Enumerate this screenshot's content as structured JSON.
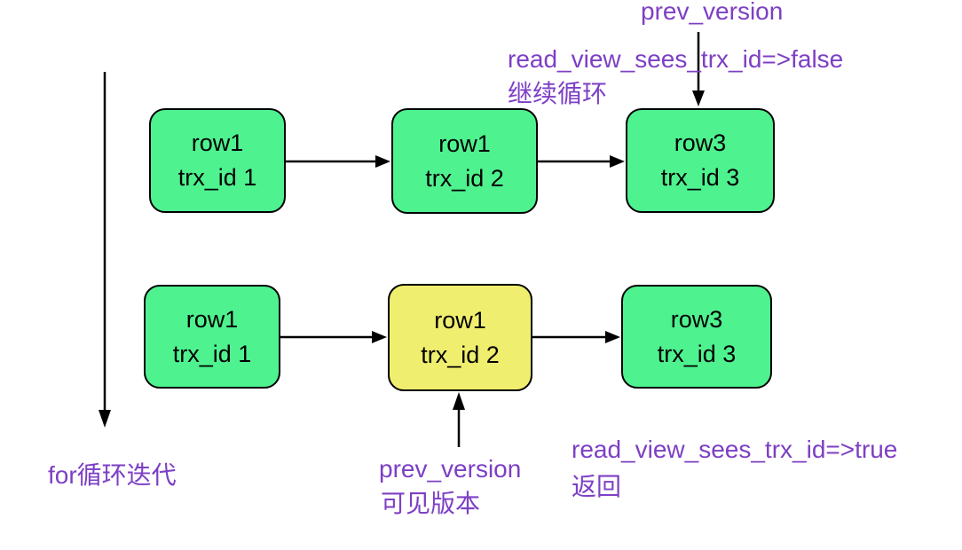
{
  "colors": {
    "green": "#4ef28f",
    "yellow": "#f0ee6e",
    "purple": "#7d3fc4",
    "stroke": "#000000",
    "bg": "#ffffff"
  },
  "annotations": {
    "top_pointer_label": "prev_version",
    "top_result_line1": "read_view_sees_trx_id=>false",
    "top_result_line2": "继续循环",
    "left_loop_label": "for循环迭代",
    "bottom_pointer_line1": "prev_version",
    "bottom_pointer_line2": "可见版本",
    "bottom_result_line1": "read_view_sees_trx_id=>true",
    "bottom_result_line2": "返回"
  },
  "chains": [
    {
      "boxes": [
        {
          "line1": "row1",
          "line2": "trx_id 1",
          "variant": "green"
        },
        {
          "line1": "row1",
          "line2": "trx_id 2",
          "variant": "green"
        },
        {
          "line1": "row3",
          "line2": "trx_id 3",
          "variant": "green"
        }
      ]
    },
    {
      "boxes": [
        {
          "line1": "row1",
          "line2": "trx_id 1",
          "variant": "green"
        },
        {
          "line1": "row1",
          "line2": "trx_id 2",
          "variant": "yellow"
        },
        {
          "line1": "row3",
          "line2": "trx_id 3",
          "variant": "green"
        }
      ]
    }
  ]
}
